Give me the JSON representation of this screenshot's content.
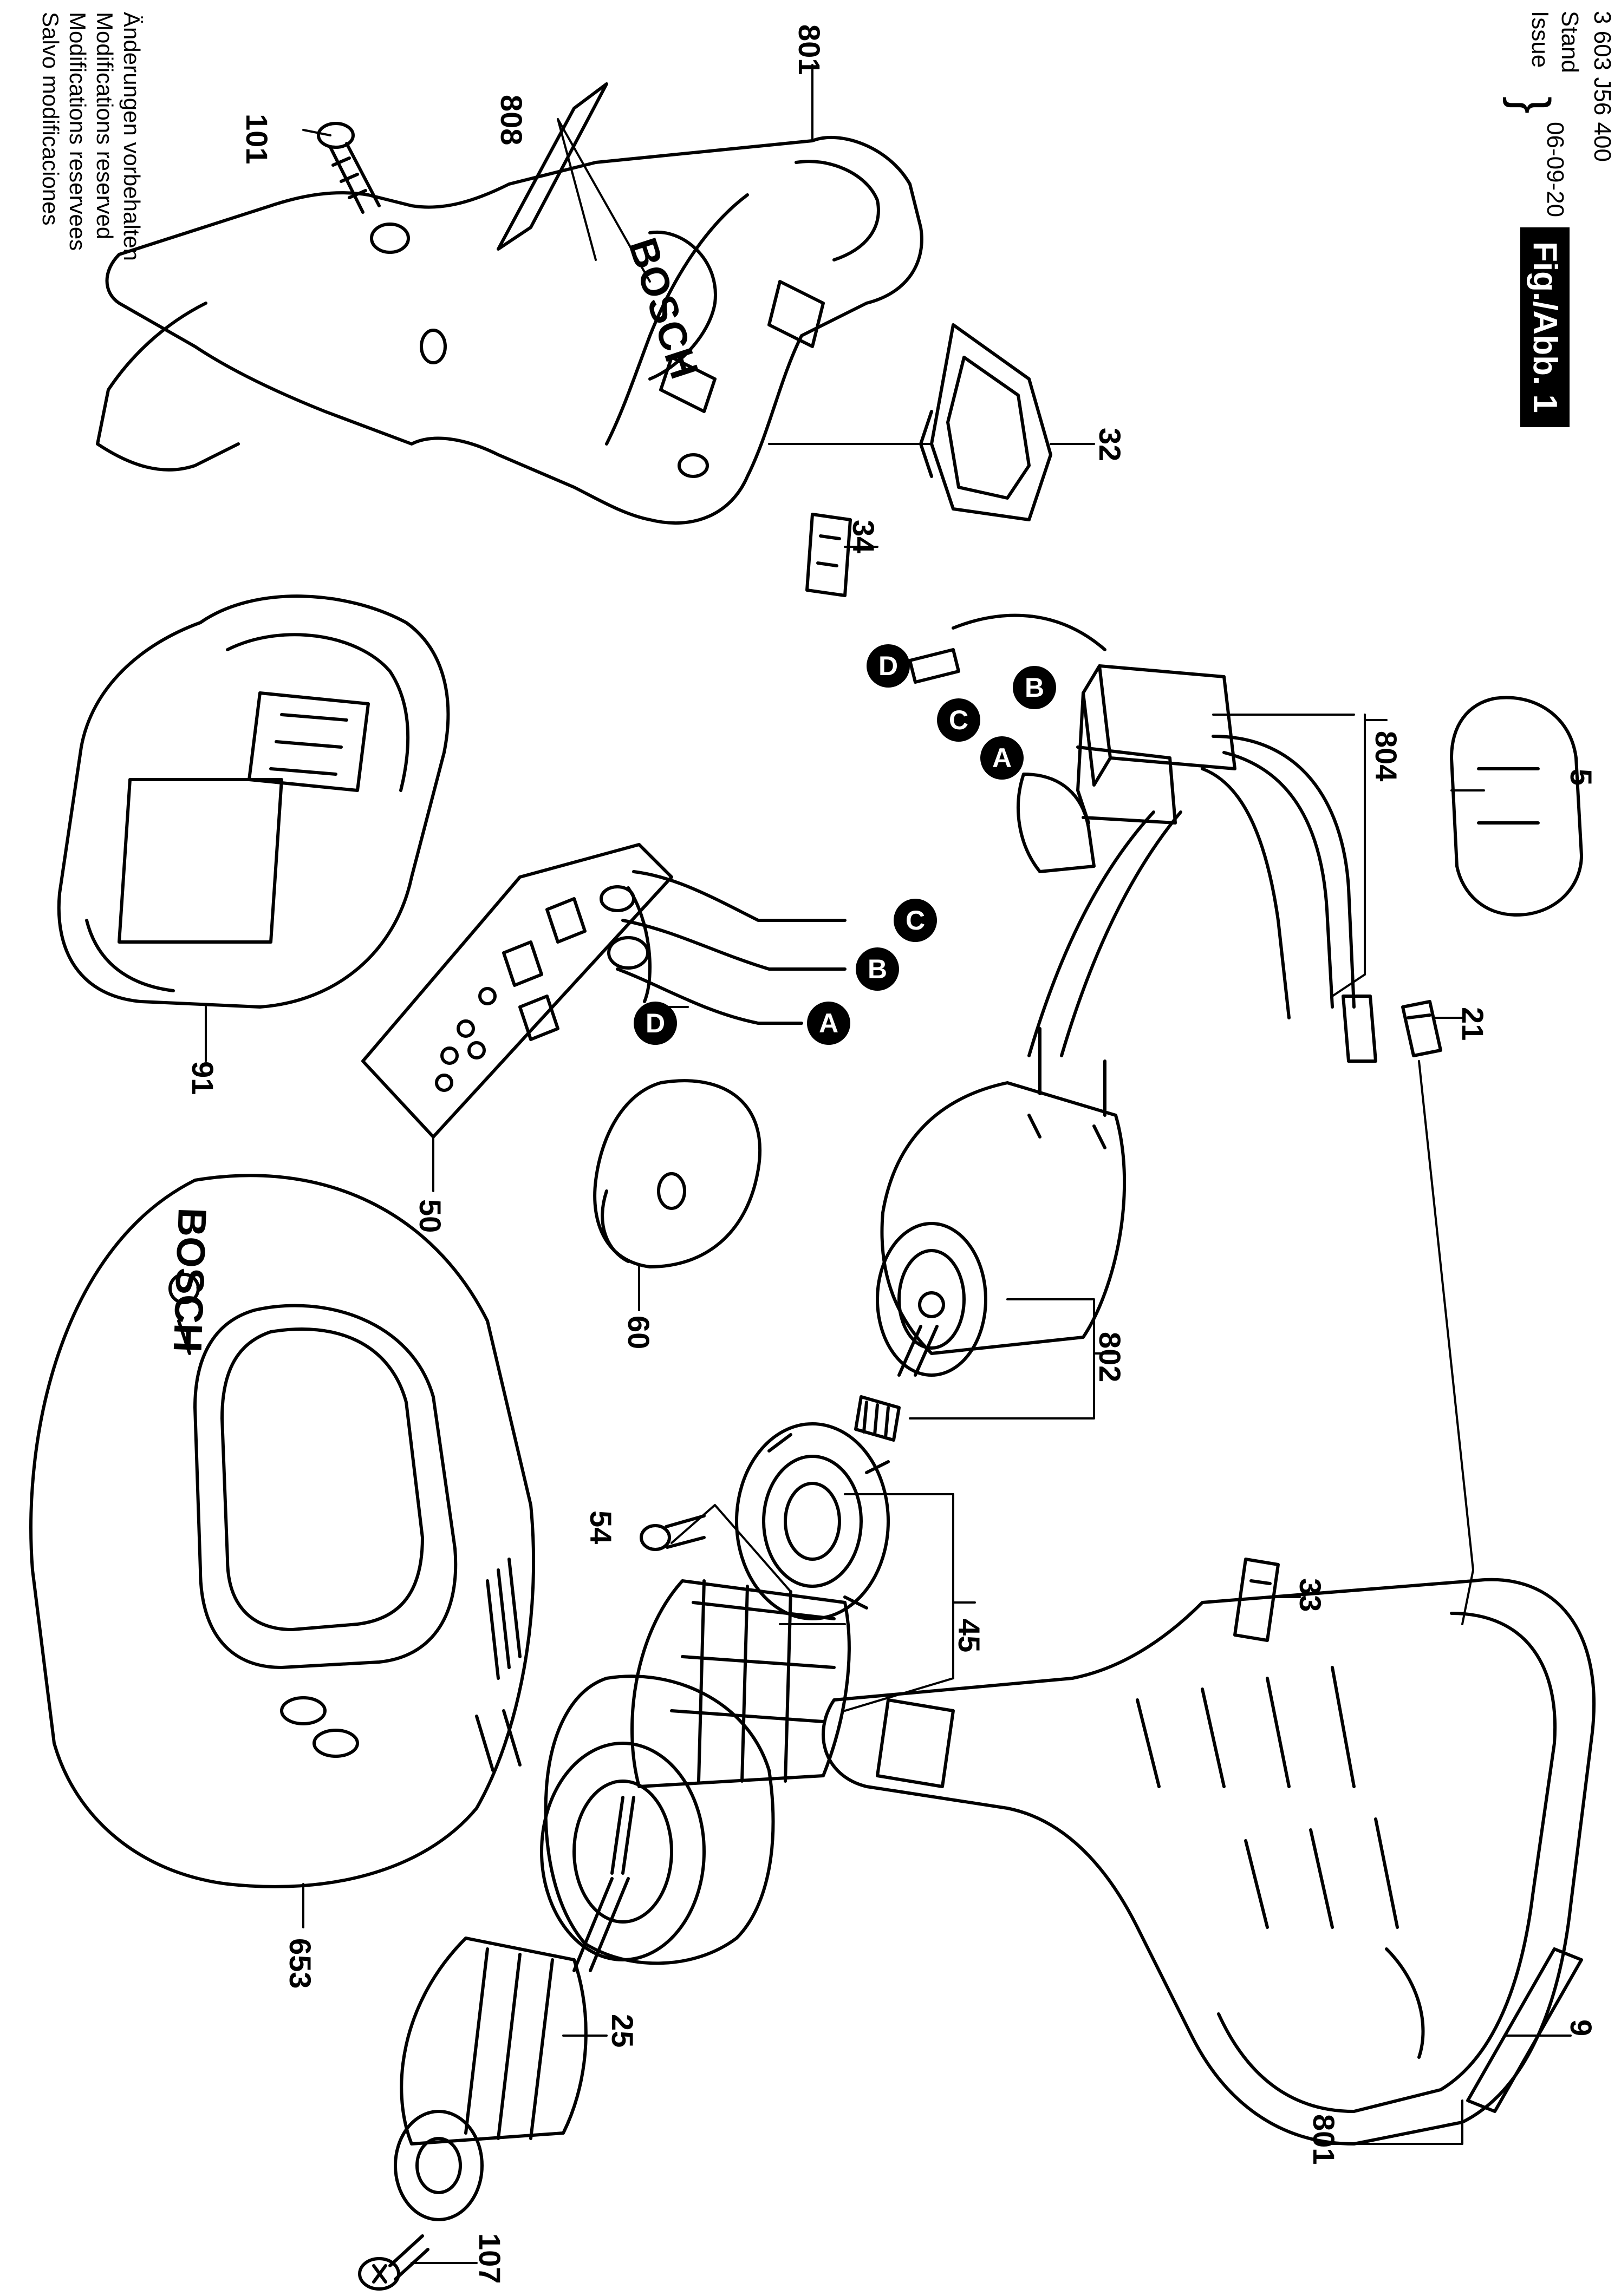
{
  "header": {
    "part_number": "3 603 J56 400",
    "stand_label": "Stand",
    "issue_label": "Issue",
    "date": "06-09-20",
    "figure_label": "Fig./Abb. 1"
  },
  "notes": [
    "Änderungen vorbehalten",
    "Modifications reserved",
    "Modifications reservees",
    "Salvo modificaciones"
  ],
  "brand": "BOSCH",
  "parts": {
    "p101": "101",
    "p808": "808",
    "p801_top": "801",
    "p32": "32",
    "p34": "34",
    "p804": "804",
    "p5": "5",
    "p21": "21",
    "p91": "91",
    "p50": "50",
    "p60": "60",
    "p802": "802",
    "p33": "33",
    "p54": "54",
    "p45": "45",
    "p9": "9",
    "p801_bottom": "801",
    "p653": "653",
    "p25": "25",
    "p107": "107"
  },
  "connectors": [
    "A",
    "B",
    "C",
    "D"
  ]
}
